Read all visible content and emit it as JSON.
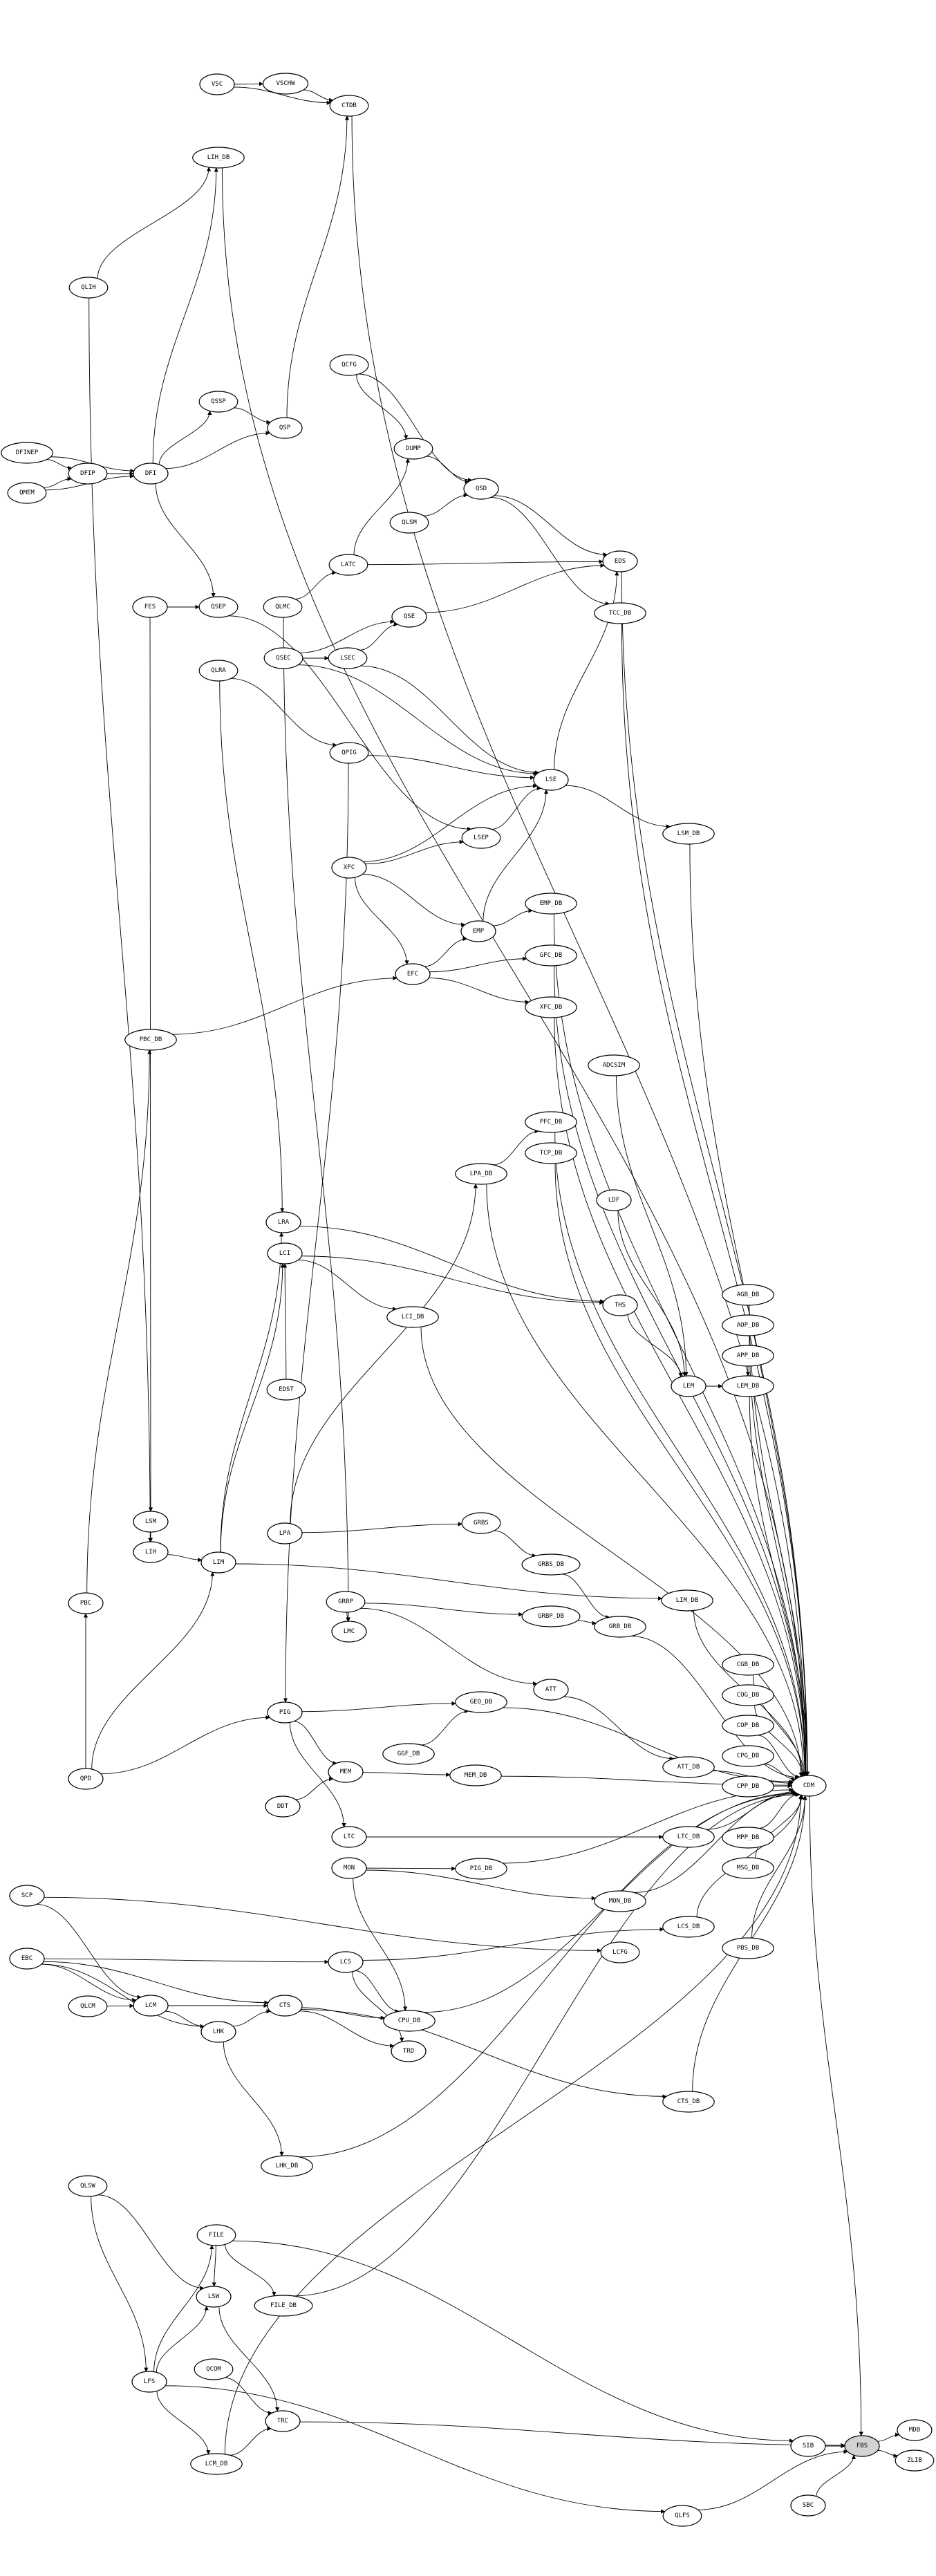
{
  "graph": {
    "highlighted_node": "FBS",
    "highlight_color": "#d3d3d3",
    "nodes": [
      "VSC",
      "VSCHW",
      "CTDB",
      "LIH_DB",
      "QLIH",
      "QCFG",
      "QSSP",
      "QSP",
      "DFINEP",
      "DFIP",
      "DFI",
      "QMEM",
      "DUMP",
      "QSD",
      "QLSM",
      "LATC",
      "EDS",
      "FES",
      "QSEP",
      "QLMC",
      "QSE",
      "TCC_DB",
      "QSEC",
      "LSEC",
      "QLRA",
      "QPIG",
      "LSE",
      "LSEP",
      "LSM_DB",
      "XFC",
      "EMP_DB",
      "EMP",
      "GFC_DB",
      "EFC",
      "XFC_DB",
      "PBC_DB",
      "ADCSIM",
      "PFC_DB",
      "TCP_DB",
      "LPA_DB",
      "LDF",
      "LRA",
      "LCI",
      "THS",
      "AGB_DB",
      "LCI_DB",
      "AOP_DB",
      "APP_DB",
      "EDST",
      "LEM",
      "LEM_DB",
      "LSM",
      "GRBS",
      "LPA",
      "LIH",
      "LIM",
      "GRBS_DB",
      "PBC",
      "GRBP",
      "LIM_DB",
      "GRBP_DB",
      "LMC",
      "GRB_DB",
      "CGB_DB",
      "ATT",
      "COG_DB",
      "GEO_DB",
      "PIG",
      "COP_DB",
      "GGF_DB",
      "CPG_DB",
      "ATT_DB",
      "MEM",
      "QPD",
      "MEM_DB",
      "CPP_DB",
      "CDM",
      "DDT",
      "LTC",
      "LTC_DB",
      "MPP_DB",
      "MON",
      "PIG_DB",
      "MSG_DB",
      "SCP",
      "MON_DB",
      "LCS_DB",
      "PBS_DB",
      "LCFG",
      "EBC",
      "LCS",
      "QLCM",
      "LCM",
      "CTS",
      "CPU_DB",
      "LHK",
      "TRD",
      "CTS_DB",
      "LHK_DB",
      "QLSW",
      "FILE",
      "LSW",
      "FILE_DB",
      "QCOM",
      "LFS",
      "TRC",
      "SIB",
      "FBS",
      "MDB",
      "ZLIB",
      "LCM_DB",
      "QLFS",
      "SBC"
    ],
    "edges": [
      [
        "VSC",
        "VSCHW"
      ],
      [
        "VSCHW",
        "CTDB"
      ],
      [
        "VSC",
        "CTDB"
      ],
      [
        "CTDB",
        "CDM"
      ],
      [
        "LIH_DB",
        "CDM"
      ],
      [
        "QLIH",
        "LIH"
      ],
      [
        "DFINEP",
        "DFIP"
      ],
      [
        "QMEM",
        "DFIP"
      ],
      [
        "DFIP",
        "DFI"
      ],
      [
        "DFINEP",
        "DFI"
      ],
      [
        "QMEM",
        "DFI"
      ],
      [
        "DFI",
        "QSSP"
      ],
      [
        "DFI",
        "QSP"
      ],
      [
        "QSSP",
        "QSP"
      ],
      [
        "DFI",
        "QSEP"
      ],
      [
        "DFI",
        "LIH_DB"
      ],
      [
        "QSP",
        "CTDB"
      ],
      [
        "QCFG",
        "DUMP"
      ],
      [
        "QCFG",
        "QSD"
      ],
      [
        "DUMP",
        "QSD"
      ],
      [
        "QLSM",
        "QSD"
      ],
      [
        "QSD",
        "EDS"
      ],
      [
        "QSD",
        "TCC_DB"
      ],
      [
        "LATC",
        "DUMP"
      ],
      [
        "QLMC",
        "LATC"
      ],
      [
        "LATC",
        "EDS"
      ],
      [
        "QSE",
        "EDS"
      ],
      [
        "LSE",
        "EDS"
      ],
      [
        "FES",
        "QSEP"
      ],
      [
        "FES",
        "LSM"
      ],
      [
        "QSEP",
        "LSEP"
      ],
      [
        "QLMC",
        "LMC"
      ],
      [
        "QSEC",
        "LSEC"
      ],
      [
        "QSEC",
        "QSE"
      ],
      [
        "LSEC",
        "QSE"
      ],
      [
        "LSEC",
        "LSE"
      ],
      [
        "QSEC",
        "LSE"
      ],
      [
        "QLRA",
        "QPIG"
      ],
      [
        "QLRA",
        "LRA"
      ],
      [
        "QPIG",
        "PIG"
      ],
      [
        "QPIG",
        "LSE"
      ],
      [
        "LSEP",
        "LSE"
      ],
      [
        "XFC",
        "LSEP"
      ],
      [
        "XFC",
        "LSE"
      ],
      [
        "XFC",
        "EMP"
      ],
      [
        "EMP",
        "EMP_DB"
      ],
      [
        "EMP",
        "LSE"
      ],
      [
        "EFC",
        "GFC_DB"
      ],
      [
        "EFC",
        "EMP"
      ],
      [
        "EFC",
        "XFC_DB"
      ],
      [
        "XFC",
        "EFC"
      ],
      [
        "PBC",
        "PBC_DB"
      ],
      [
        "PBC_DB",
        "EFC"
      ],
      [
        "ADCSIM",
        "LEM"
      ],
      [
        "LPA_DB",
        "PFC_DB"
      ],
      [
        "LPA",
        "LPA_DB"
      ],
      [
        "LDF",
        "LEM"
      ],
      [
        "LCI",
        "LCI_DB"
      ],
      [
        "LCI",
        "THS"
      ],
      [
        "LRA",
        "THS"
      ],
      [
        "THS",
        "LEM"
      ],
      [
        "EDST",
        "LCI"
      ],
      [
        "LEM",
        "LEM_DB"
      ],
      [
        "APP_DB",
        "LEM_DB"
      ],
      [
        "LPA",
        "GRBS"
      ],
      [
        "GRBS",
        "GRBS_DB"
      ],
      [
        "GRBP",
        "GRBP_DB"
      ],
      [
        "GRBP_DB",
        "GRB_DB"
      ],
      [
        "GRBS_DB",
        "GRB_DB"
      ],
      [
        "GRBP",
        "LMC"
      ],
      [
        "LSM",
        "LIH"
      ],
      [
        "LIH",
        "LIM"
      ],
      [
        "LIM",
        "LRA"
      ],
      [
        "LIM",
        "LCI"
      ],
      [
        "QPD",
        "PBC"
      ],
      [
        "QPD",
        "PIG"
      ],
      [
        "QPD",
        "LIM"
      ],
      [
        "ATT",
        "ATT_DB"
      ],
      [
        "GRBP",
        "ATT"
      ],
      [
        "GGF_DB",
        "GEO_DB"
      ],
      [
        "PIG",
        "GEO_DB"
      ],
      [
        "MEM",
        "MEM_DB"
      ],
      [
        "DDT",
        "MEM"
      ],
      [
        "PIG",
        "LTC"
      ],
      [
        "PIG",
        "MEM"
      ],
      [
        "CGB_DB",
        "CDM"
      ],
      [
        "COG_DB",
        "CDM"
      ],
      [
        "COP_DB",
        "CDM"
      ],
      [
        "CPG_DB",
        "CDM"
      ],
      [
        "CPP_DB",
        "CDM"
      ],
      [
        "LTC_DB",
        "CDM"
      ],
      [
        "MPP_DB",
        "CDM"
      ],
      [
        "MSG_DB",
        "CDM"
      ],
      [
        "PBS_DB",
        "CDM"
      ],
      [
        "LEM_DB",
        "CDM"
      ],
      [
        "AGB_DB",
        "CDM"
      ],
      [
        "AOP_DB",
        "CDM"
      ],
      [
        "LIM_DB",
        "CDM"
      ],
      [
        "ATT_DB",
        "CDM"
      ],
      [
        "LTC",
        "LTC_DB"
      ],
      [
        "MON",
        "MON_DB"
      ],
      [
        "MON",
        "PIG_DB"
      ],
      [
        "SCP",
        "LCFG"
      ],
      [
        "SCP",
        "LCM"
      ],
      [
        "EBC",
        "LCS"
      ],
      [
        "EBC",
        "CTS"
      ],
      [
        "EBC",
        "LCM"
      ],
      [
        "EBC",
        "LHK"
      ],
      [
        "QLCM",
        "LCM"
      ],
      [
        "LCM",
        "CTS"
      ],
      [
        "LCM",
        "LHK"
      ],
      [
        "LHK",
        "CTS"
      ],
      [
        "CTS",
        "TRD"
      ],
      [
        "CTS",
        "CPU_DB"
      ],
      [
        "LCS",
        "CPU_DB"
      ],
      [
        "LCS",
        "LCS_DB"
      ],
      [
        "CTS",
        "CTS_DB"
      ],
      [
        "LHK",
        "LHK_DB"
      ],
      [
        "LCS",
        "TRD"
      ],
      [
        "MON",
        "CPU_DB"
      ],
      [
        "FILE",
        "FILE_DB"
      ],
      [
        "FILE",
        "LSW"
      ],
      [
        "QLSW",
        "LSW"
      ],
      [
        "QLSW",
        "LFS"
      ],
      [
        "LFS",
        "FILE"
      ],
      [
        "LFS",
        "LSW"
      ],
      [
        "LFS",
        "LCM_DB"
      ],
      [
        "QCOM",
        "TRC"
      ],
      [
        "LSW",
        "TRC"
      ],
      [
        "LCM_DB",
        "TRC"
      ],
      [
        "TRC",
        "FBS"
      ],
      [
        "QLFS",
        "FBS"
      ],
      [
        "SIB",
        "FBS"
      ],
      [
        "SBC",
        "FBS"
      ],
      [
        "FBS",
        "MDB"
      ],
      [
        "FBS",
        "ZLIB"
      ],
      [
        "CDM",
        "FBS"
      ],
      [
        "FILE",
        "SIB"
      ],
      [
        "LFS",
        "QLFS"
      ],
      [
        "EDS",
        "CDM"
      ],
      [
        "TCC_DB",
        "CDM"
      ],
      [
        "LSM_DB",
        "CDM"
      ],
      [
        "GFC_DB",
        "CDM"
      ],
      [
        "XFC_DB",
        "CDM"
      ],
      [
        "EMP_DB",
        "CDM"
      ],
      [
        "PFC_DB",
        "CDM"
      ],
      [
        "TCP_DB",
        "CDM"
      ],
      [
        "LPA_DB",
        "CDM"
      ],
      [
        "LCI_DB",
        "CDM"
      ],
      [
        "GRB_DB",
        "CDM"
      ],
      [
        "GEO_DB",
        "CDM"
      ],
      [
        "MEM_DB",
        "CDM"
      ],
      [
        "PIG_DB",
        "CDM"
      ],
      [
        "MON_DB",
        "CDM"
      ],
      [
        "LCS_DB",
        "CDM"
      ],
      [
        "CTS_DB",
        "CDM"
      ],
      [
        "LHK_DB",
        "CDM"
      ],
      [
        "FILE_DB",
        "CDM"
      ],
      [
        "LCM_DB",
        "CDM"
      ],
      [
        "CPU_DB",
        "CDM"
      ],
      [
        "LSE",
        "LSM_DB"
      ],
      [
        "LIM",
        "LIM_DB"
      ],
      [
        "QLIH",
        "LIH_DB"
      ]
    ]
  }
}
